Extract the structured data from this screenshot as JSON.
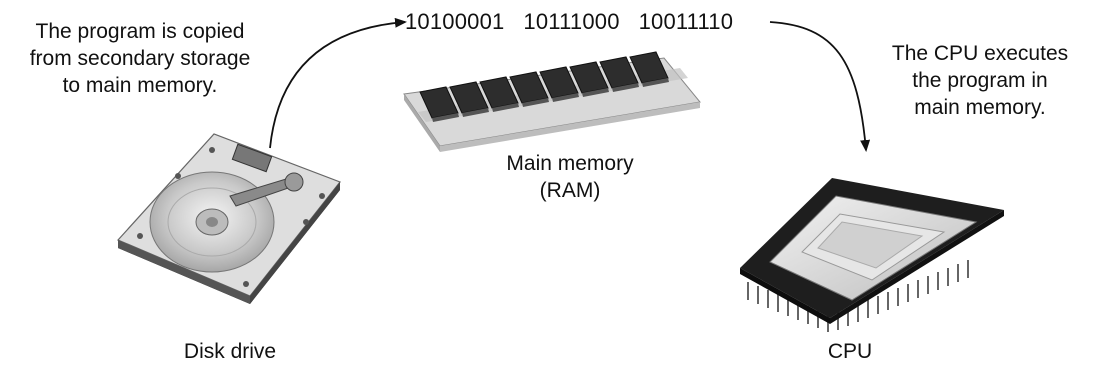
{
  "steps": {
    "copy": {
      "lines": [
        "The program is copied",
        "from secondary storage",
        "to main memory."
      ]
    },
    "execute": {
      "lines": [
        "The CPU executes",
        "the program in",
        "main memory."
      ]
    }
  },
  "binary": [
    "10100001",
    "10111000",
    "10011110"
  ],
  "devices": {
    "disk": {
      "label": "Disk drive"
    },
    "memory": {
      "lines": [
        "Main memory",
        "(RAM)"
      ]
    },
    "cpu": {
      "label": "CPU"
    }
  }
}
